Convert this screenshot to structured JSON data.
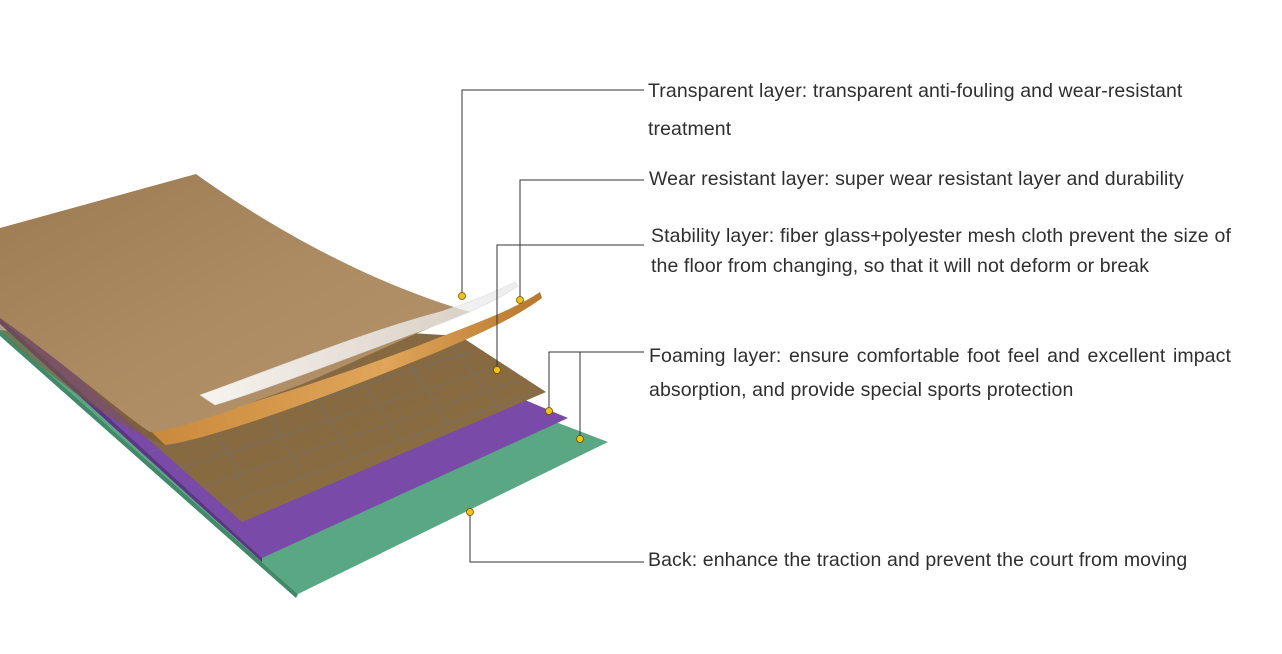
{
  "diagram": {
    "layers": [
      {
        "id": "transparent",
        "label": "Transparent layer: transparent anti-fouling and wear-resistant treatment",
        "color": "#f2f2f0"
      },
      {
        "id": "wear",
        "label": "Wear resistant layer: super wear resistant layer and durability",
        "color": "#c98a2e"
      },
      {
        "id": "stability",
        "label": "Stability layer: fiber glass+polyester mesh cloth prevent the size of the floor from changing, so that it will not deform or break",
        "color": "#8a6a3a"
      },
      {
        "id": "foaming",
        "label": "Foaming layer: ensure comfortable foot feel and excellent impact absorption, and provide special sports protection",
        "color": "#7a4aa8"
      },
      {
        "id": "back",
        "label": "Back: enhance the traction and prevent the court from moving",
        "color": "#5aa784"
      }
    ],
    "colors": {
      "top_wood": "#a9875f",
      "callout_line": "#333333",
      "callout_dot": "#f2c20f"
    }
  }
}
